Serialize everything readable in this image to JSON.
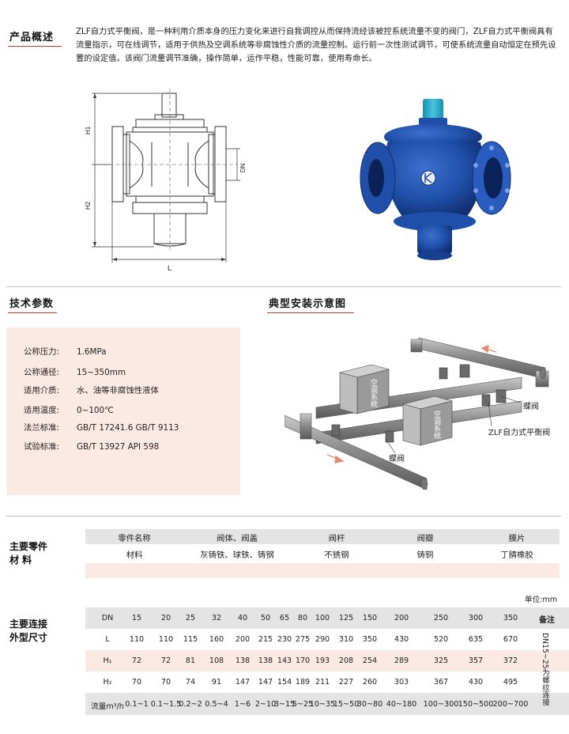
{
  "overview": {
    "title": "产品概述",
    "text": "ZLF自力式平衡阀，是一种利用介质本身的压力变化来进行自我调控从而保持流经该被控系统流量不变的阀门，ZLF自力式平衡阀具有流量指示，可在线调节，适用于供热及空调系统等非腐蚀性介质的流量控制。运行前一次性测试调节，可使系统流量自动恒定在预先设置的设定值。该阀门流量调节准确，操作简单，运作平稳，性能可靠，使用寿命长。"
  },
  "diagram_labels": {
    "h1": "H1",
    "h2": "H2",
    "dn": "DN",
    "l": "L"
  },
  "tech": {
    "title": "技术参数",
    "rows": [
      {
        "label": "公称压力:",
        "value": "1.6MPa"
      },
      {
        "label": "公称通径:",
        "value": "15~350mm"
      },
      {
        "label": "适用介质:",
        "value": "水、油等非腐蚀性液体"
      },
      {
        "label": "适用温度:",
        "value": "0~100℃"
      },
      {
        "label": "法兰标准:",
        "value": "GB/T  17241.6     GB/T  9113"
      },
      {
        "label": "试验标准:",
        "value": "GB/T  13927     API 598"
      }
    ]
  },
  "install": {
    "title": "典型安装示意图",
    "box_label": "空调系统",
    "label_butterfly_1": "蝶阀",
    "label_balance": "ZLF自力式平衡阀",
    "label_butterfly_2": "蝶阀"
  },
  "parts": {
    "title_line1": "主要零件",
    "title_line2": "材    料",
    "headers": [
      "零件名称",
      "阀体、阀盖",
      "阀杆",
      "阀瓣",
      "膜片"
    ],
    "values": [
      "材料",
      "灰铸铁、球铁、铸钢",
      "不锈钢",
      "铸铜",
      "丁腈橡胶"
    ]
  },
  "dims": {
    "title_line1": "主要连接",
    "title_line2": "外型尺寸",
    "unit": "单位:mm",
    "remark_header": "备注",
    "remark": "DN15~25为螺纹连接",
    "rows": [
      {
        "label": "DN",
        "values": [
          "15",
          "20",
          "25",
          "32",
          "40",
          "50",
          "65",
          "80",
          "100",
          "125",
          "150",
          "200",
          "250",
          "300",
          "350"
        ]
      },
      {
        "label": "L",
        "values": [
          "110",
          "110",
          "115",
          "160",
          "200",
          "215",
          "230",
          "275",
          "290",
          "310",
          "350",
          "430",
          "520",
          "635",
          "670"
        ]
      },
      {
        "label": "H₁",
        "values": [
          "72",
          "72",
          "81",
          "108",
          "138",
          "138",
          "143",
          "170",
          "193",
          "208",
          "254",
          "289",
          "325",
          "357",
          "372"
        ]
      },
      {
        "label": "H₂",
        "values": [
          "70",
          "70",
          "74",
          "91",
          "147",
          "147",
          "154",
          "189",
          "211",
          "227",
          "260",
          "303",
          "367",
          "430",
          "495"
        ]
      },
      {
        "label": "流量m³/h",
        "values": [
          "0.1~1",
          "0.1~1.5",
          "0.2~2",
          "0.5~4",
          "1~6",
          "2~10",
          "3~15",
          "5~25",
          "10~35",
          "15~50",
          "30~80",
          "40~180",
          "100~300",
          "150~500",
          "200~700"
        ]
      }
    ]
  },
  "colors": {
    "accent": "#c0392b",
    "spec_bg": "#fbe9e4",
    "valve_blue": "#1f4fa8",
    "stem_cyan": "#2aa7c9",
    "pipe_gray": "#8c8c8c"
  }
}
